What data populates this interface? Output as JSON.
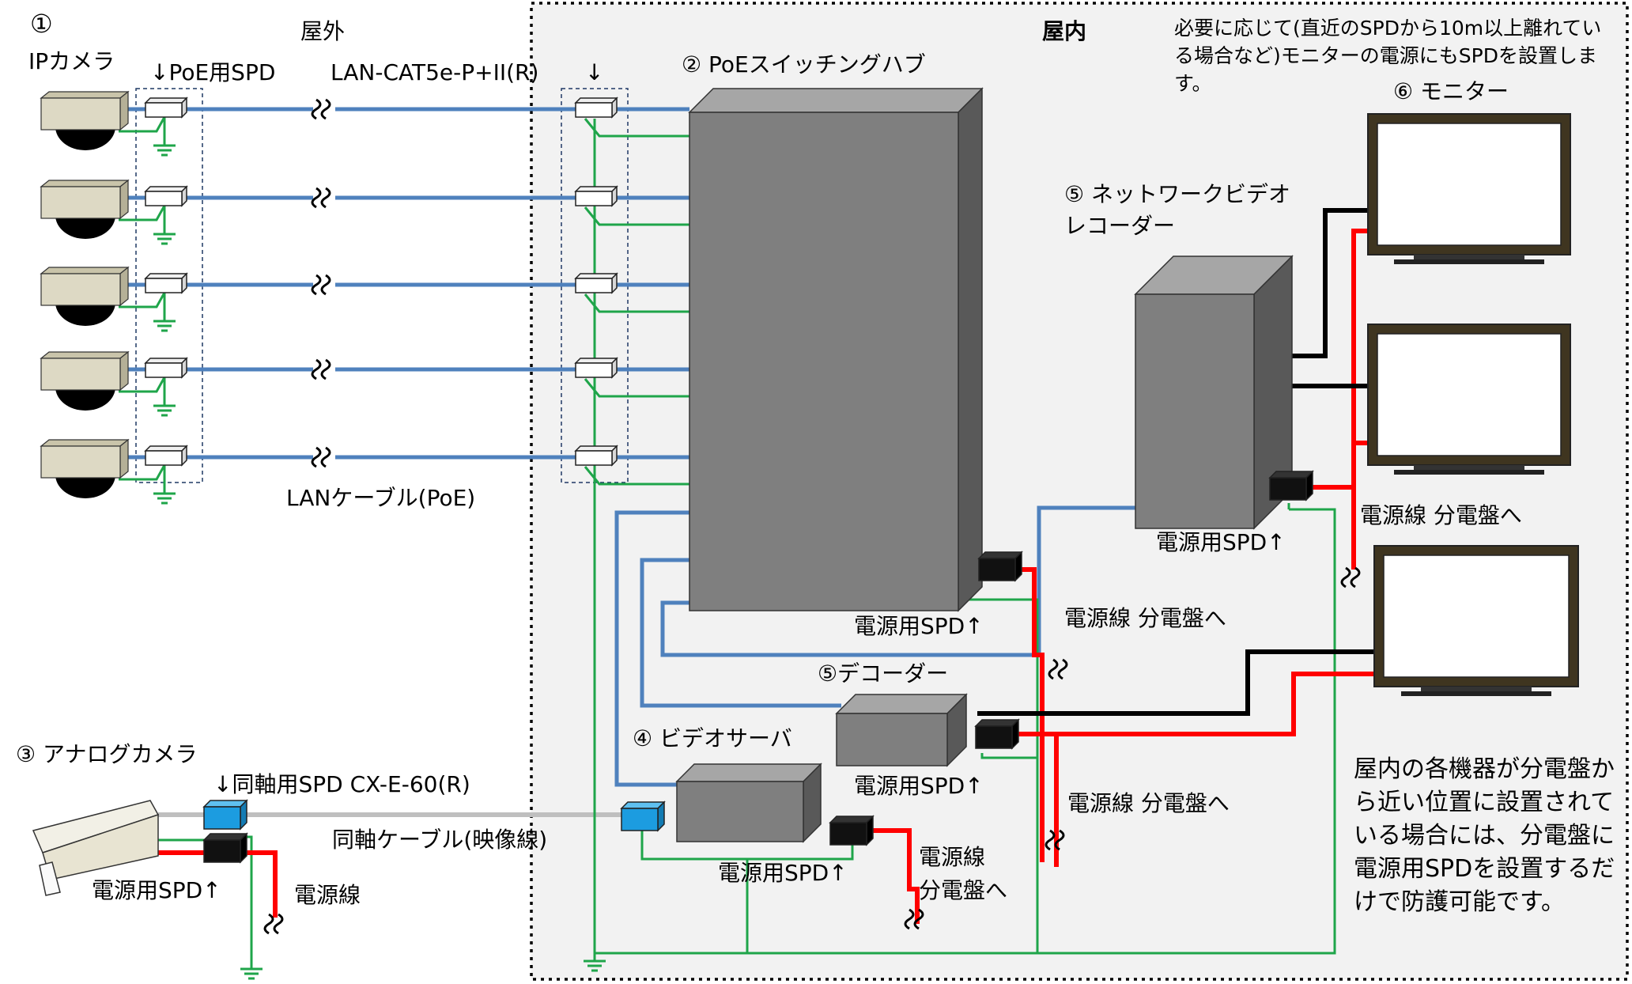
{
  "colors": {
    "lan": "#4f81bd",
    "ground": "#1fa54a",
    "power": "#ff0000",
    "signal": "#000000",
    "coax": "#bfbfbf",
    "indoor_bg": "#f2f2f2",
    "device_front": "#7f7f7f",
    "device_top": "#a6a6a6",
    "device_side": "#595959",
    "camera_body": "#ddd9c4",
    "monitor_frame": "#3f3520",
    "coax_spd": "#1c9ce0"
  },
  "labels": {
    "num1": "①",
    "ip_camera": "IPカメラ",
    "poe_spd": "↓PoE用SPD",
    "outdoor": "屋外",
    "lan_model": "LAN-CAT5e-P+II(R)",
    "arrow_down": "↓",
    "hub": "② PoEスイッチングハブ",
    "indoor": "屋内",
    "monitor": "⑥ モニター",
    "nvr_1": "⑤ ネットワークビデオ",
    "nvr_2": "レコーダー",
    "lan_cable": "LANケーブル(PoE)",
    "pspd_nvr": "電源用SPD↑",
    "pline_monitor": "電源線 分電盤へ",
    "pspd_hub": "電源用SPD↑",
    "pline_hub": "電源線 分電盤へ",
    "decoder": "⑤デコーダー",
    "video_server": "④ ビデオサーバ",
    "analog_camera": "③ アナログカメラ",
    "coax_spd": "↓同軸用SPD CX-E-60(R)",
    "coax_cable": "同軸ケーブル(映像線)",
    "pspd_decoder": "電源用SPD↑",
    "pline_decoder": "電源線 分電盤へ",
    "pspd_vserver": "電源用SPD↑",
    "pline_vs_1": "電源線",
    "pline_vs_2": "分電盤へ",
    "pspd_analog": "電源用SPD↑",
    "pline_analog": "電源線"
  },
  "notes": {
    "top_right": "必要に応じて(直近のSPDから10m以上離れている場合など)モニターの電源にもSPDを設置します。",
    "bottom_right": "屋内の各機器が分電盤から近い位置に設置されている場合には、分電盤に電源用SPDを設置するだけで防護可能です。"
  }
}
